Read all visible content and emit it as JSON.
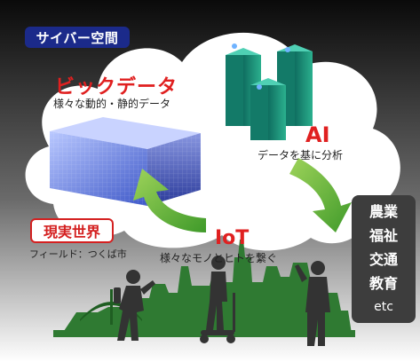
{
  "cyber_space": {
    "label": "サイバー空間"
  },
  "big_data": {
    "title": "ビックデータ",
    "subtitle": "様々な動的・静的データ"
  },
  "ai": {
    "title": "AI",
    "subtitle": "データを基に分析"
  },
  "iot": {
    "title": "IoT",
    "subtitle": "様々なモノとヒトを繋ぐ"
  },
  "real_world": {
    "label": "現実世界",
    "field": "フィールド：つくば市"
  },
  "domains": {
    "items": [
      "農業",
      "福祉",
      "交通",
      "教育"
    ],
    "etc": "etc"
  },
  "colors": {
    "accent_red": "#e02020",
    "cyber_badge_bg": "#1b2a8a",
    "panel_bg": "#3d3d3d",
    "arrow_green": "#7bc142",
    "server_teal": "#1d8a78"
  }
}
